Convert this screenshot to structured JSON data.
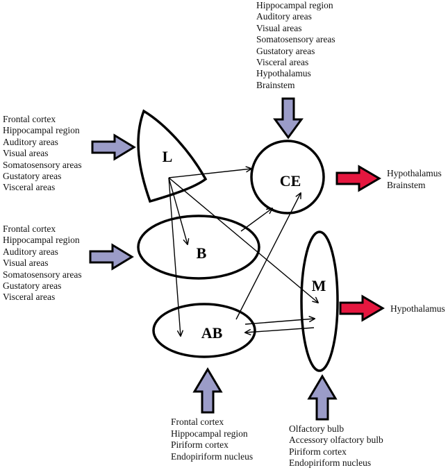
{
  "colors": {
    "input_arrow": "#9b9cc8",
    "output_arrow": "#e5173f",
    "outline": "#000000"
  },
  "nuclei": {
    "L": "L",
    "CE": "CE",
    "B": "B",
    "M": "M",
    "AB": "AB"
  },
  "inputs": {
    "CE": [
      "Hippocampal region",
      "Auditory areas",
      "Visual areas",
      "Somatosensory areas",
      "Gustatory areas",
      "Visceral areas",
      "Hypothalamus",
      "Brainstem"
    ],
    "L": [
      "Frontal cortex",
      "Hippocampal region",
      "Auditory areas",
      "Visual areas",
      "Somatosensory areas",
      "Gustatory areas",
      "Visceral areas"
    ],
    "B": [
      "Frontal cortex",
      "Hippocampal region",
      "Auditory areas",
      "Visual areas",
      "Somatosensory areas",
      "Gustatory areas",
      "Visceral areas"
    ],
    "AB": [
      "Frontal cortex",
      "Hippocampal region",
      "Piriform cortex",
      "Endopiriform nucleus"
    ],
    "M": [
      "Olfactory bulb",
      "Accessory olfactory bulb",
      "Piriform cortex",
      "Endopiriform nucleus"
    ]
  },
  "outputs": {
    "CE": [
      "Hypothalamus",
      "Brainstem"
    ],
    "M": [
      "Hypothalamus"
    ]
  },
  "connections": [
    {
      "from": "L",
      "to": "CE"
    },
    {
      "from": "L",
      "to": "B"
    },
    {
      "from": "L",
      "to": "AB"
    },
    {
      "from": "L",
      "to": "M"
    },
    {
      "from": "B",
      "to": "CE"
    },
    {
      "from": "AB",
      "to": "CE"
    },
    {
      "from": "AB",
      "to": "M"
    },
    {
      "from": "M",
      "to": "AB"
    }
  ]
}
